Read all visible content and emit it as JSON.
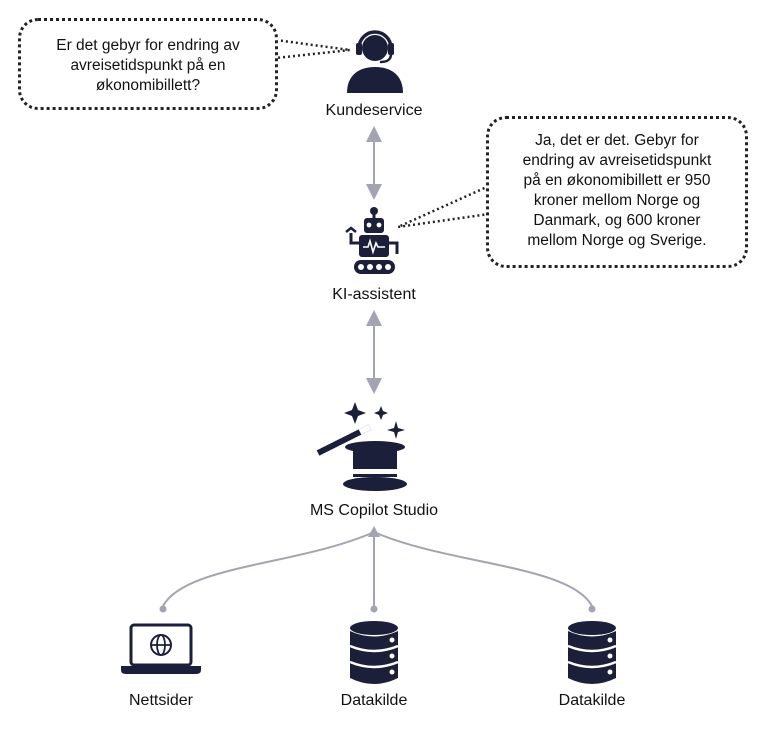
{
  "nodes": {
    "customer_service": {
      "label": "Kundeservice",
      "icon": "headset-user-icon"
    },
    "ai_assistant": {
      "label": "KI-assistent",
      "icon": "robot-icon"
    },
    "copilot_studio": {
      "label": "MS Copilot Studio",
      "icon": "magic-hat-icon"
    },
    "websites": {
      "label": "Nettsider",
      "icon": "laptop-globe-icon"
    },
    "datasource_1": {
      "label": "Datakilde",
      "icon": "database-icon"
    },
    "datasource_2": {
      "label": "Datakilde",
      "icon": "database-icon"
    }
  },
  "bubbles": {
    "question": {
      "lines": [
        "Er det gebyr for endring av",
        "avreisetidspunkt på en",
        "økonomibillett?"
      ]
    },
    "answer": {
      "lines": [
        "Ja, det er det. Gebyr for",
        "endring av avreisetidspunkt",
        "på en økonomibillett er 950",
        "kroner mellom Norge og",
        "Danmark, og 600 kroner",
        "mellom Norge og Sverige."
      ]
    }
  },
  "colors": {
    "icon": "#1c1f3a",
    "connector": "#a3a3b3",
    "bubble_border": "#222222"
  }
}
